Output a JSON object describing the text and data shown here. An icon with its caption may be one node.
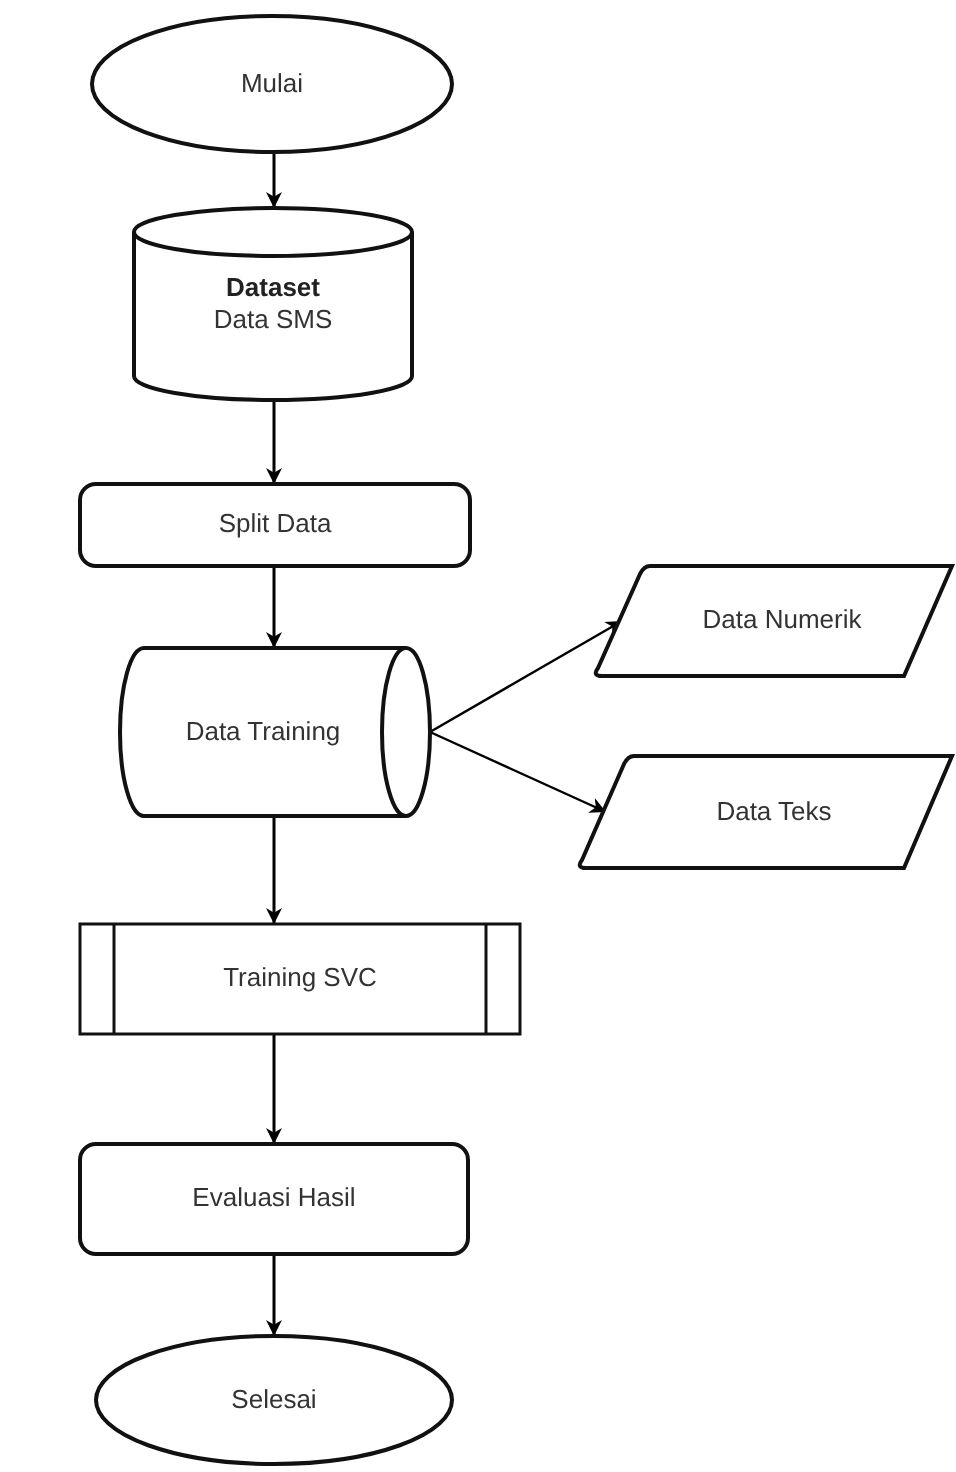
{
  "diagram": {
    "nodes": [
      {
        "text": [
          "Mulai"
        ]
      },
      {
        "text": [
          "Dataset",
          "Data SMS"
        ]
      },
      {
        "text": [
          "Split Data"
        ]
      },
      {
        "text": [
          "Data Training"
        ]
      },
      {
        "text": [
          "Data Numerik"
        ]
      },
      {
        "text": [
          "Data Teks"
        ]
      },
      {
        "text": [
          "Training SVC"
        ]
      },
      {
        "text": [
          "Evaluasi Hasil"
        ]
      },
      {
        "text": [
          "Selesai"
        ]
      }
    ],
    "edges": [
      {
        "from": 0,
        "to": 1,
        "arrow": "to"
      },
      {
        "from": 1,
        "to": 2,
        "arrow": "to"
      },
      {
        "from": 2,
        "to": 3,
        "arrow": "to"
      },
      {
        "from": 3,
        "to": 4,
        "arrow": "to"
      },
      {
        "from": 3,
        "to": 5,
        "arrow": "to"
      },
      {
        "from": 3,
        "to": 6,
        "arrow": "to"
      },
      {
        "from": 6,
        "to": 7,
        "arrow": "to"
      },
      {
        "from": 7,
        "to": 8,
        "arrow": "to"
      }
    ]
  }
}
